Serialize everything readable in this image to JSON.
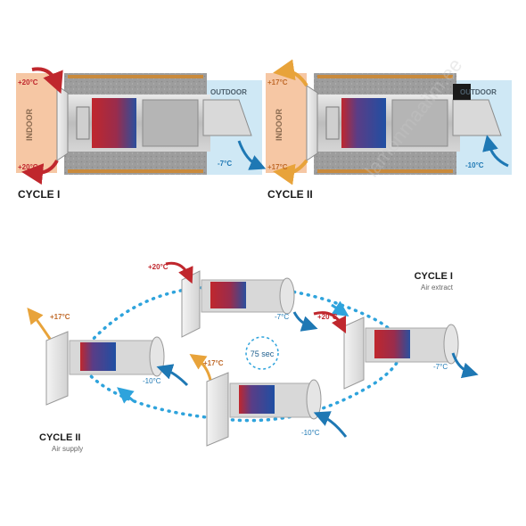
{
  "panels": [
    {
      "indoor_label": "INDOOR",
      "outdoor_label": "OUTDOOR",
      "temp_top_indoor": "+20°C",
      "temp_bottom_indoor": "+20°C",
      "temp_outdoor": "-7°C",
      "caption": "CYCLE I"
    },
    {
      "indoor_label": "INDOOR",
      "outdoor_label": "OUTDOOR",
      "temp_top_indoor": "+17°C",
      "temp_bottom_indoor": "+17°C",
      "temp_outdoor": "-10°C",
      "caption": "CYCLE II"
    }
  ],
  "diagram": {
    "cycle1_title": "CYCLE I",
    "cycle1_subtitle": "Air extract",
    "cycle2_title": "CYCLE II",
    "cycle2_subtitle": "Air supply",
    "center_label": "75 sec",
    "temps": {
      "top_in": "+20°C",
      "top_out": "-7°C",
      "right_in": "+20°C",
      "right_out": "-7°C",
      "left_in": "+17°C",
      "left_out": "-10°C",
      "bottom_in": "+17°C",
      "bottom_out": "-10°C"
    }
  },
  "watermark": "lamonmaailm.ee",
  "colors": {
    "warm_red": "#c0272d",
    "warm_orange": "#e8a33a",
    "cold_blue": "#1e78b4",
    "dots_blue": "#2ea3dc",
    "indoor_bg": "#f6c7a4",
    "outdoor_bg": "#cfe8f5",
    "wall_gray": "#9c9c9c",
    "wood": "#c98a3c",
    "caption_black": "#1a1a1a"
  }
}
